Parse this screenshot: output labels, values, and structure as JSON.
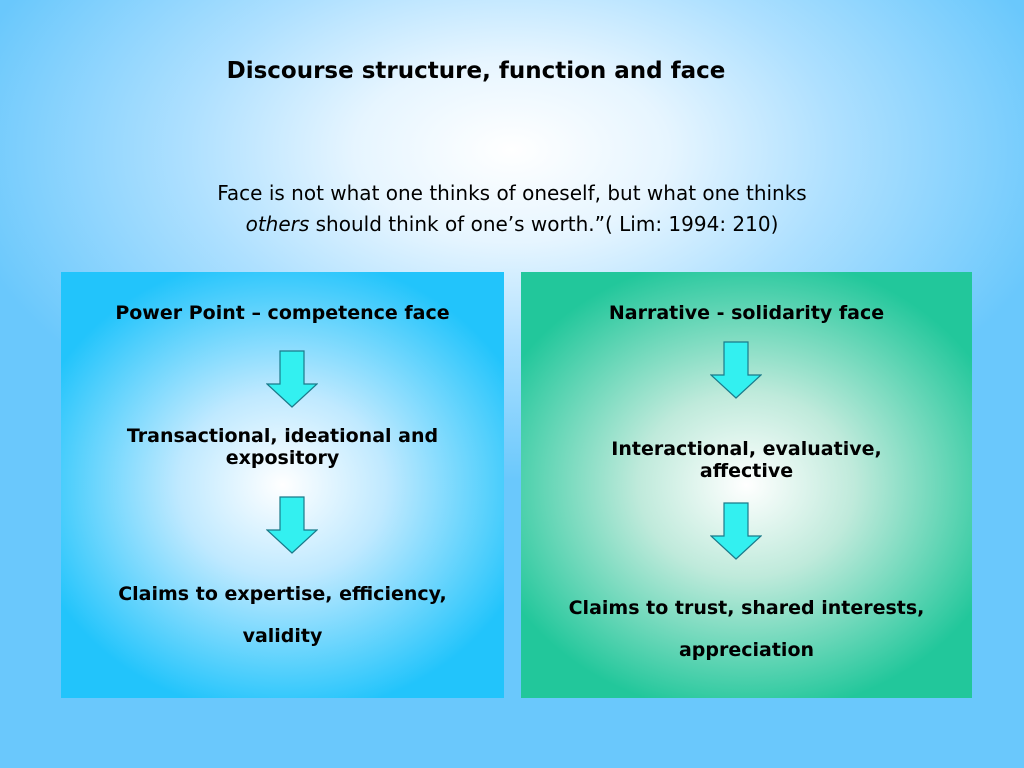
{
  "slide": {
    "title": "Discourse structure, function and face",
    "quote_line1": "Face is not what one thinks of oneself, but what one thinks",
    "quote_italic": "others",
    "quote_line2_rest": " should think of one’s worth.”( Lim: 1994: 210)"
  },
  "panels": {
    "left": {
      "heading": "Power Point – competence face",
      "middle_line1": "Transactional, ideational and",
      "middle_line2": "expository",
      "claims_line1": "Claims to expertise, efficiency,",
      "claims_line2": "validity",
      "fill_color": "#22c4fb"
    },
    "right": {
      "heading": "Narrative - solidarity face",
      "middle_line1": "Interactional, evaluative,",
      "middle_line2": "affective",
      "claims_line1": "Claims to trust, shared interests,",
      "claims_line2": "appreciation",
      "fill_color": "#22c79b"
    }
  },
  "colors": {
    "arrow_fill": "#33f0f0",
    "arrow_stroke": "#1a7a8a",
    "background": "#6ac8fc"
  },
  "icons": {
    "arrow": "down-arrow-icon"
  }
}
